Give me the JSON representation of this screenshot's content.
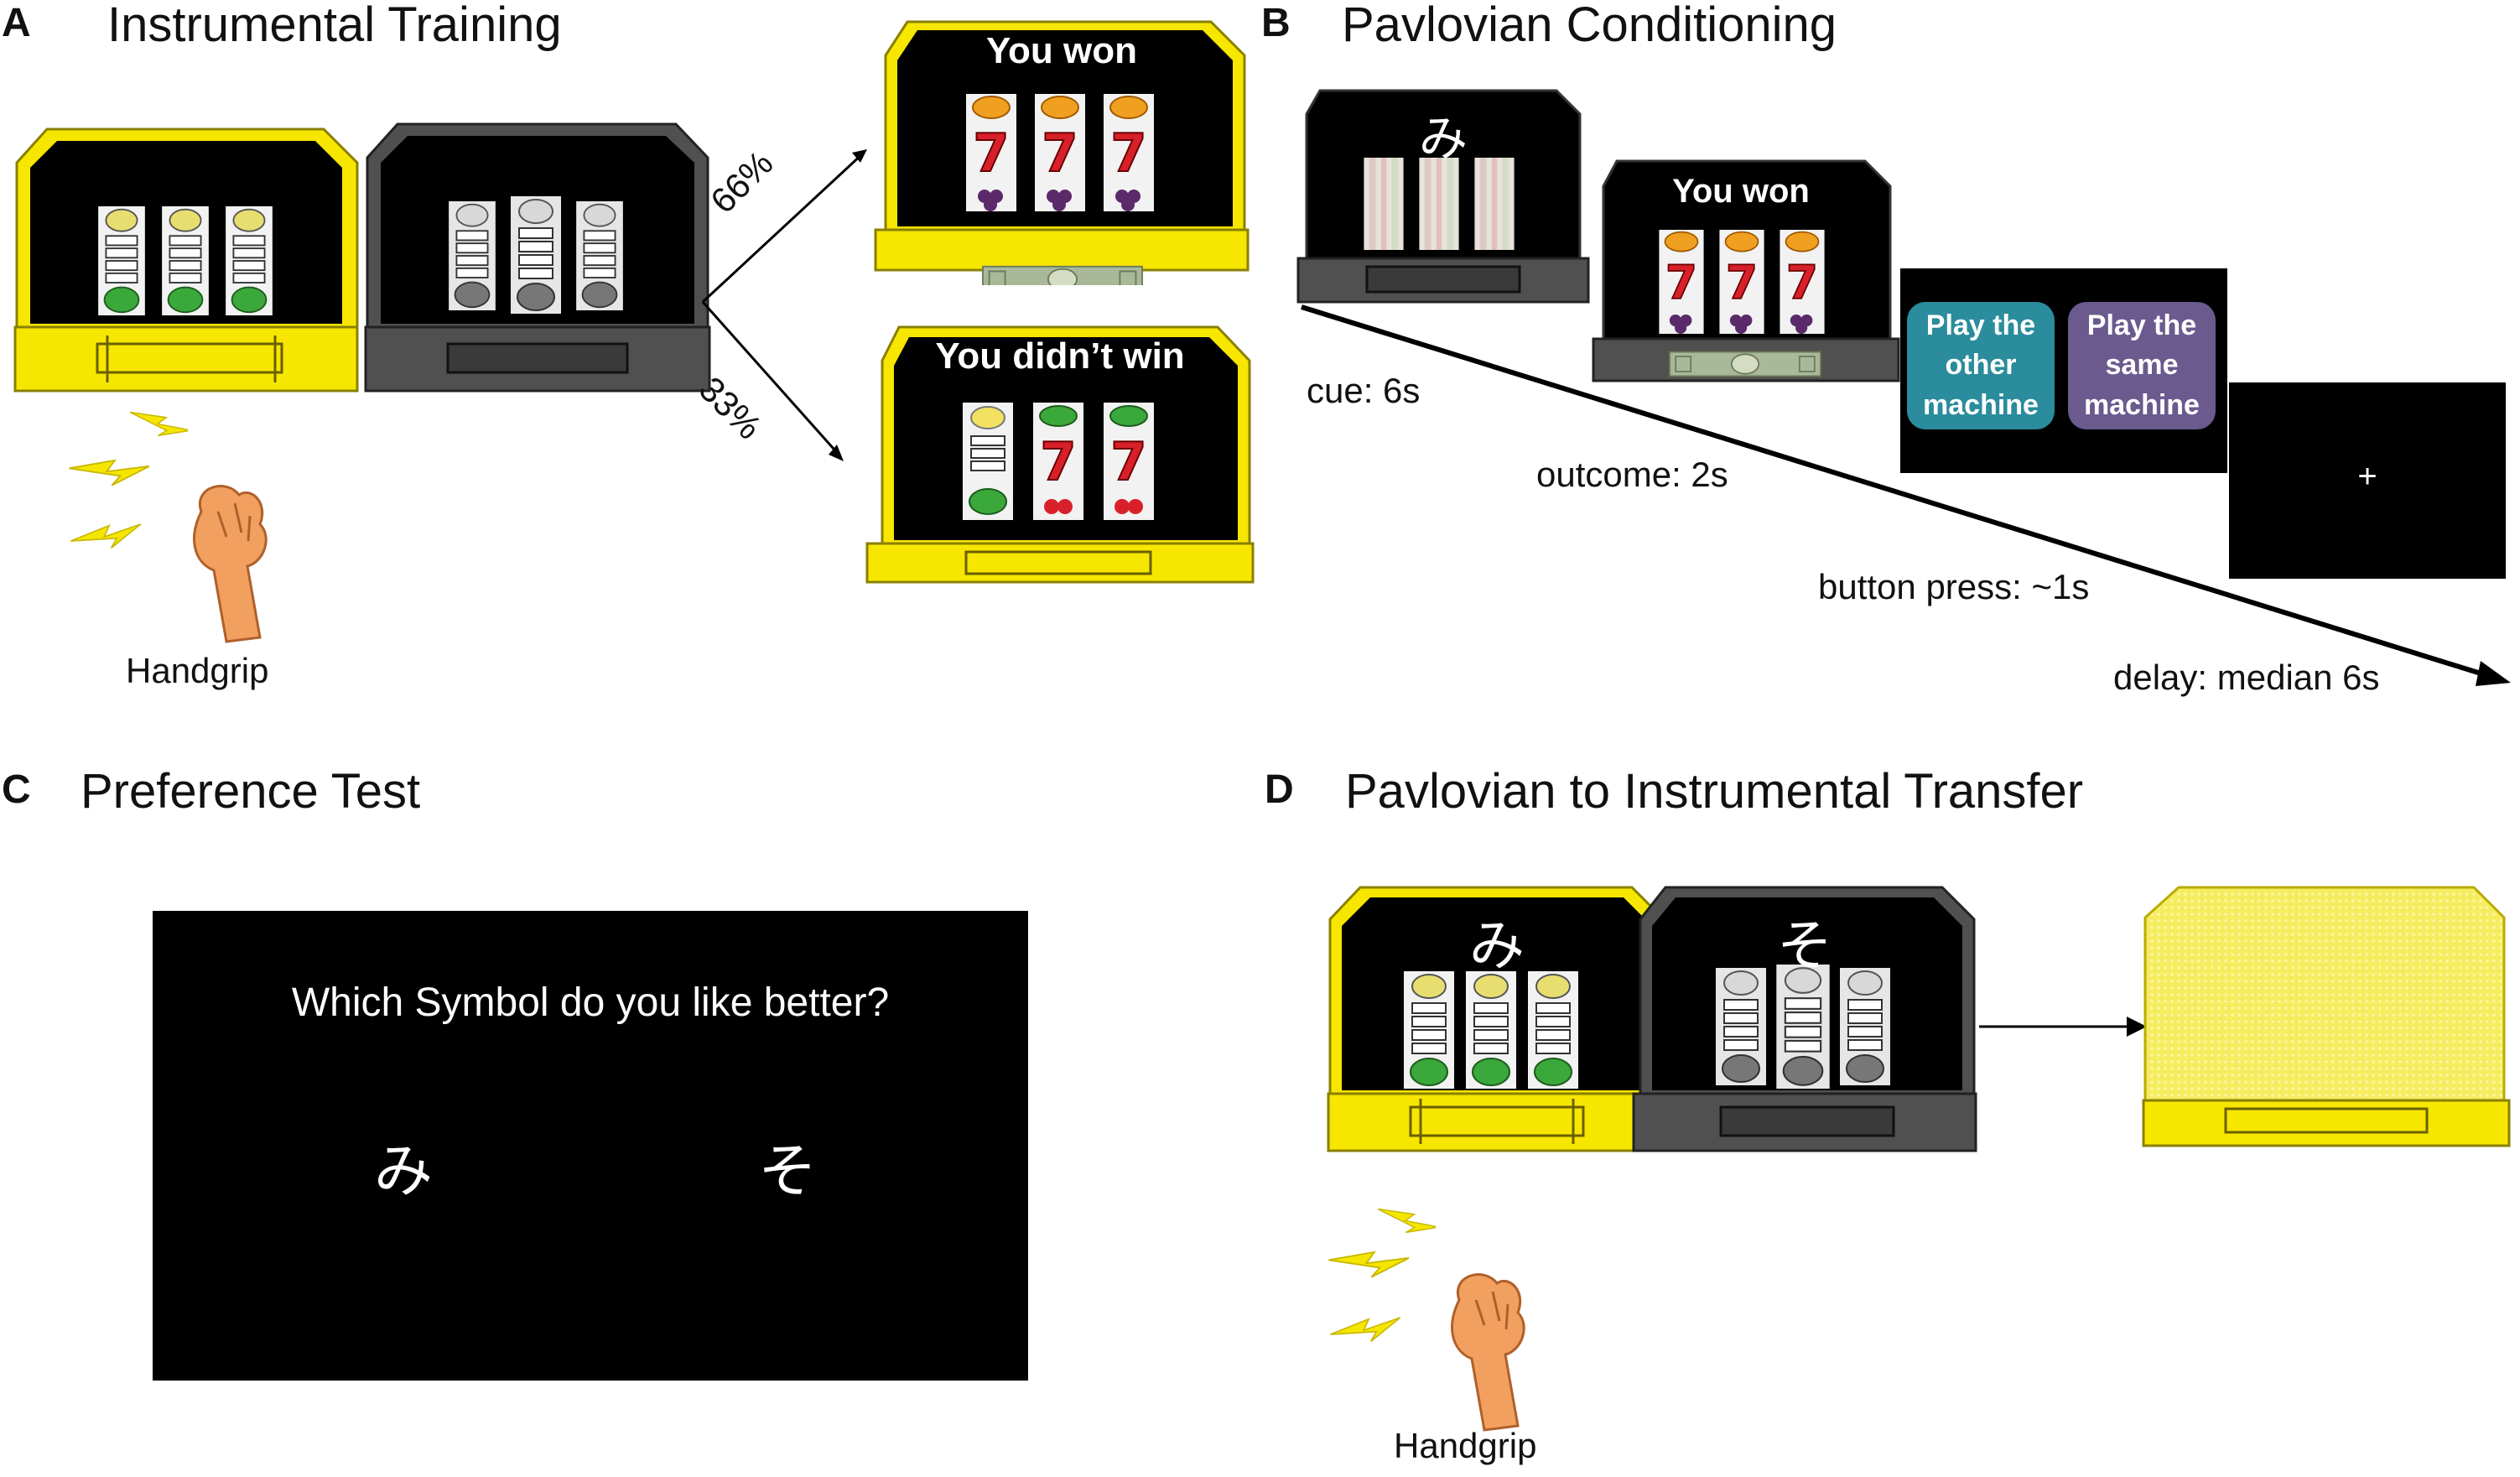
{
  "colors": {
    "yellow": "#f7e600",
    "dark_gray": "#505050",
    "screen": "#000000",
    "teal_button": "#2a8c9c",
    "purple_button": "#6a5a8e",
    "bill": "#a8b898"
  },
  "panels": {
    "a": {
      "letter": "A",
      "title": "Instrumental Training",
      "prob_win": "66%",
      "prob_lose": "33%",
      "win_text": "You won",
      "lose_text": "You didn’t win",
      "handgrip": "Handgrip"
    },
    "b": {
      "letter": "B",
      "title": "Pavlovian Conditioning",
      "cue_symbol": "み",
      "win_text": "You won",
      "btn_other": "Play the other machine",
      "btn_same": "Play the same machine",
      "fixation": "+",
      "cue_label": "cue: 6s",
      "outcome_label": "outcome: 2s",
      "press_label": "button press: ~1s",
      "delay_label": "delay: median 6s"
    },
    "c": {
      "letter": "C",
      "title": "Preference Test",
      "question": "Which Symbol do you like better?",
      "sym_left": "み",
      "sym_right": "そ"
    },
    "d": {
      "letter": "D",
      "title": "Pavlovian to Instrumental Transfer",
      "sym_yellow": "み",
      "sym_gray": "そ",
      "handgrip": "Handgrip"
    }
  }
}
